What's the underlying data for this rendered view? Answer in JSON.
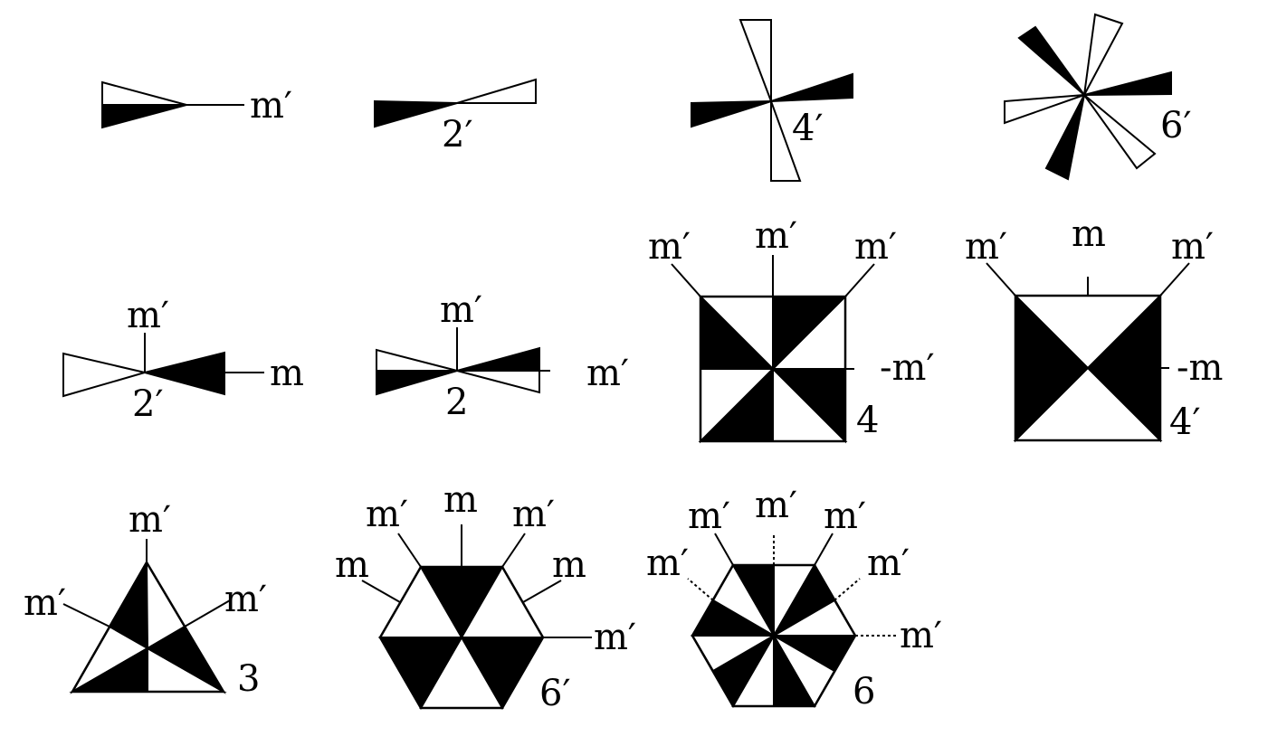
{
  "colors": {
    "ink": "#000000",
    "paper": "#ffffff"
  },
  "row1": {
    "a": {
      "label": "m′"
    },
    "b": {
      "label": "2′"
    },
    "c": {
      "label": "4′"
    },
    "d": {
      "label": "6′"
    }
  },
  "row2": {
    "a": {
      "top": "m′",
      "right": "m",
      "center": "2′"
    },
    "b": {
      "top": "m′",
      "right": "m′",
      "center": "2"
    },
    "c": {
      "top_left": "m′",
      "top": "m′",
      "top_right": "m′",
      "right": "-m′",
      "center": "4"
    },
    "d": {
      "top_left": "m′",
      "top": "m",
      "top_right": "m′",
      "right": "-m",
      "center": "4′"
    }
  },
  "row3": {
    "a": {
      "top": "m′",
      "left": "m′",
      "right": "m′",
      "center": "3"
    },
    "b": {
      "far_left": "m",
      "top_left": "m′",
      "top": "m",
      "top_right": "m′",
      "far_right": "m",
      "right": "m′",
      "center": "6′"
    },
    "c": {
      "top_left": "m′",
      "top": "m′",
      "top_right": "m′",
      "left": "m′",
      "mid_right": "m′",
      "right": "m′",
      "center": "6"
    }
  }
}
